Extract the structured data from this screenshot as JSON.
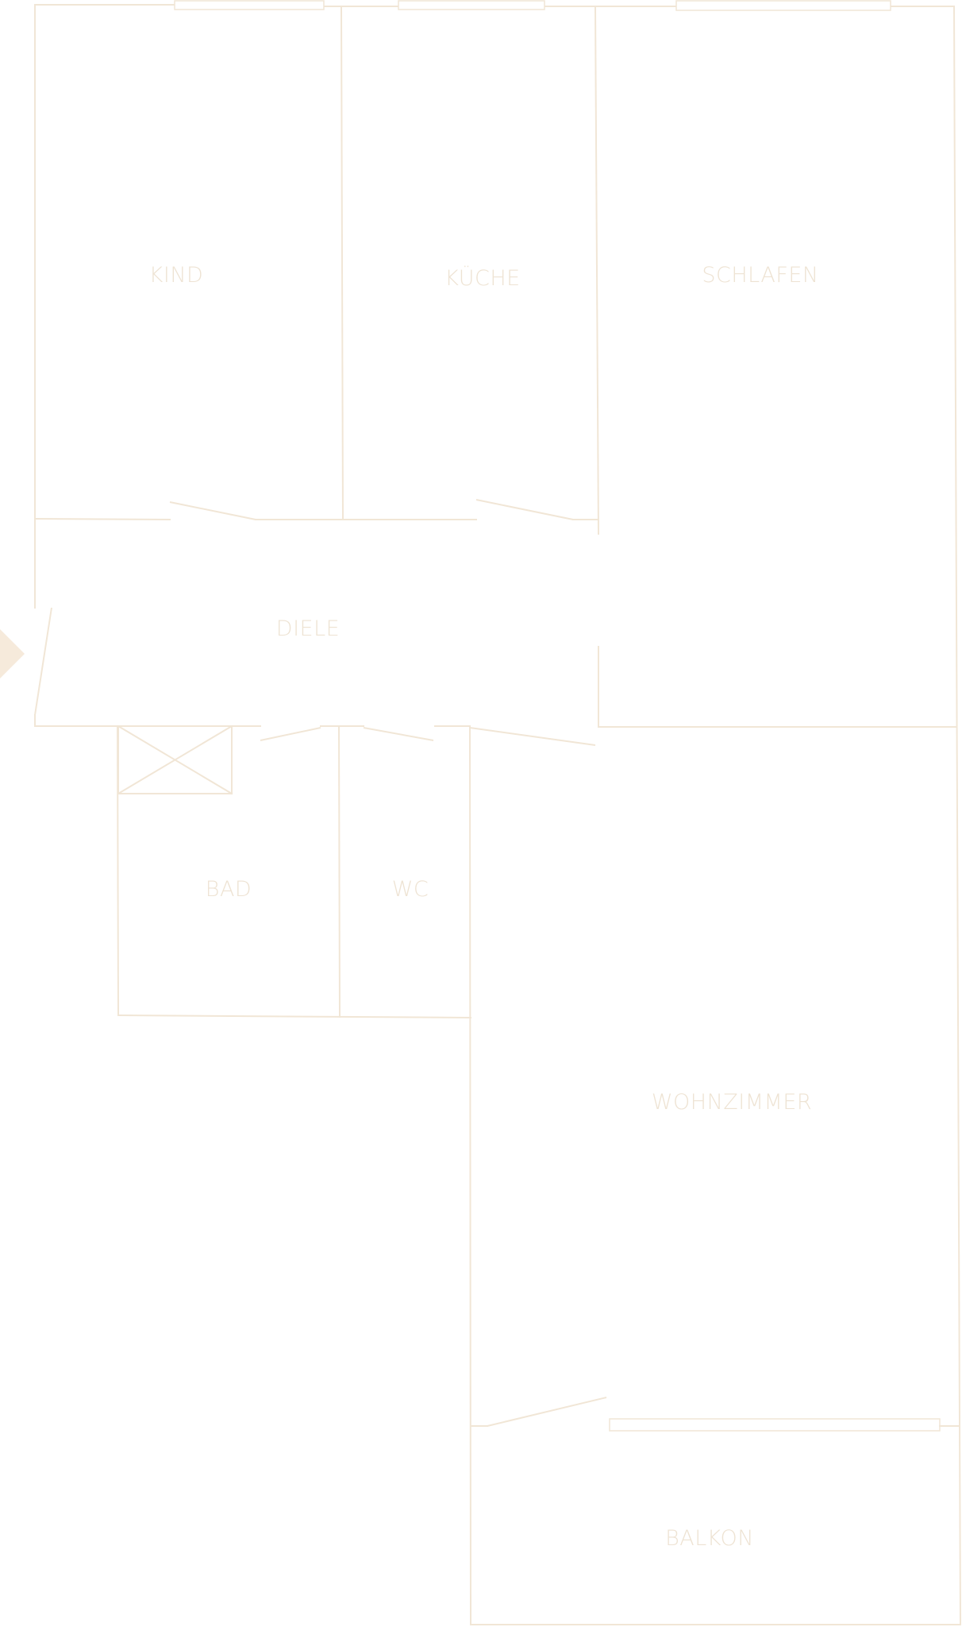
{
  "floor_plan": {
    "rooms": [
      {
        "id": "kind",
        "label": "KIND"
      },
      {
        "id": "kueche",
        "label": "KÜCHE"
      },
      {
        "id": "schlafen",
        "label": "SCHLAFEN"
      },
      {
        "id": "diele",
        "label": "DIELE"
      },
      {
        "id": "bad",
        "label": "BAD"
      },
      {
        "id": "wc",
        "label": "WC"
      },
      {
        "id": "wohnzimmer",
        "label": "WOHNZIMMER"
      },
      {
        "id": "balkon",
        "label": "BALKON"
      }
    ],
    "colors": {
      "lines": "#f1e6d6",
      "labels": "#eee3d3",
      "entry_marker": "#f6eadb",
      "background": "#ffffff"
    },
    "icons": {
      "entry": "entry-arrow-icon"
    }
  }
}
